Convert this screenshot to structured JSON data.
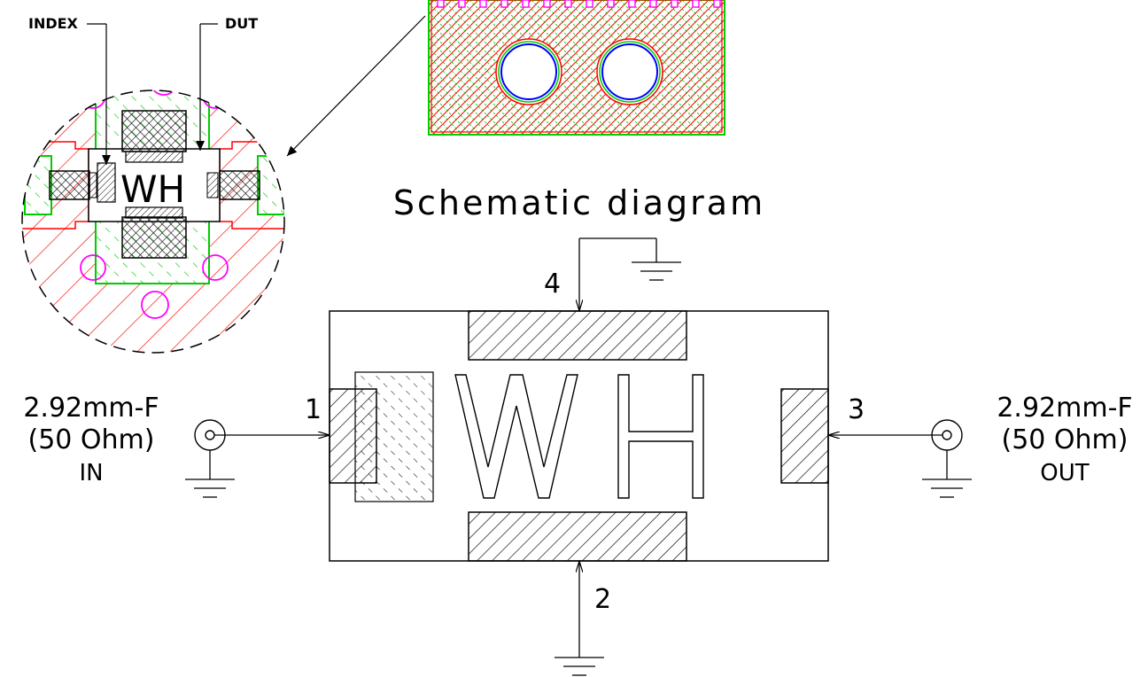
{
  "callouts": {
    "index_label": "INDEX",
    "dut_label": "DUT"
  },
  "title": "Schematic diagram",
  "device_marking": "WH",
  "ports": {
    "p1": "1",
    "p2": "2",
    "p3": "3",
    "p4": "4"
  },
  "input_connector": {
    "line1": "2.92mm-F",
    "line2": "(50 Ohm)",
    "line3": "IN"
  },
  "output_connector": {
    "line1": "2.92mm-F",
    "line2": "(50 Ohm)",
    "line3": "OUT"
  },
  "colors": {
    "outline": "#000000",
    "hatch_red": "#ff0000",
    "hatch_green": "#00cc00",
    "magenta": "#ff00ff",
    "blue": "#0000ff"
  }
}
